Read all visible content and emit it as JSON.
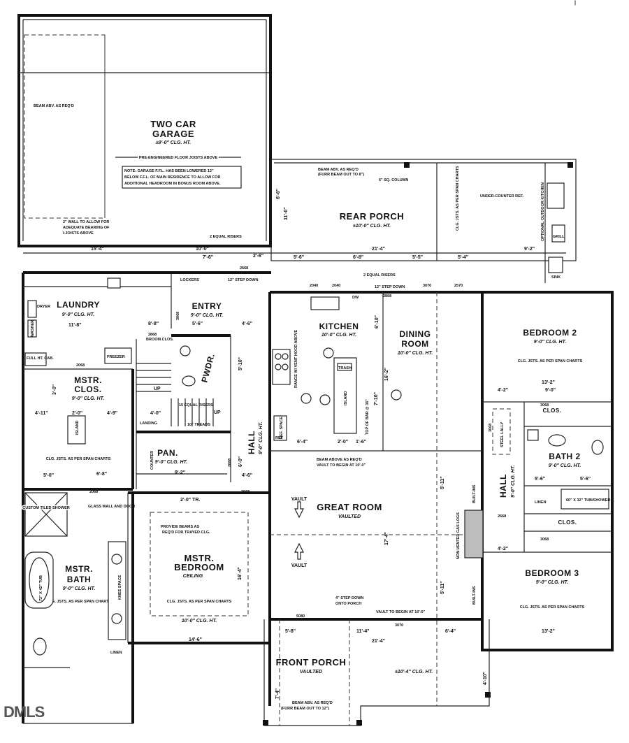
{
  "page_marker": "|",
  "watermark": "DMLS",
  "rooms": {
    "garage": {
      "name1": "TWO CAR",
      "name2": "GARAGE",
      "ceiling": "±9'-0\" CLG. HT."
    },
    "rear_porch": {
      "name": "REAR PORCH",
      "ceiling": "±10'-0\" CLG. HT."
    },
    "laundry": {
      "name": "LAUNDRY",
      "ceiling": "9'-0\" CLG. HT."
    },
    "entry": {
      "name": "ENTRY",
      "ceiling": "9'-0\" CLG. HT."
    },
    "kitchen": {
      "name": "KITCHEN",
      "ceiling": "10'-0\" CLG. HT."
    },
    "dining": {
      "name1": "DINING",
      "name2": "ROOM",
      "ceiling": "10'-0\" CLG. HT."
    },
    "bedroom2": {
      "name": "BEDROOM 2",
      "ceiling": "9'-0\" CLG. HT."
    },
    "mstr_clos": {
      "name1": "MSTR.",
      "name2": "CLOS.",
      "ceiling": "9'-0\" CLG. HT."
    },
    "pwdr": {
      "name": "PWDR."
    },
    "pan": {
      "name": "PAN.",
      "ceiling": "9'-0\" CLG. HT."
    },
    "hall_center": {
      "name": "HALL",
      "ceiling": "9'-0\" CLG. HT."
    },
    "hall_right": {
      "name": "HALL",
      "ceiling": "9'-0\" CLG. HT."
    },
    "bath2": {
      "name": "BATH 2",
      "ceiling": "9'-0\" CLG. HT."
    },
    "great_room": {
      "name": "GREAT ROOM",
      "ceiling": "VAULTED"
    },
    "mstr_bedroom": {
      "name1": "MSTR.",
      "name2": "BEDROOM",
      "ceiling": "CEILING"
    },
    "mstr_bath": {
      "name1": "MSTR.",
      "name2": "BATH",
      "ceiling": "9'-0\" CLG. HT."
    },
    "bedroom3": {
      "name": "BEDROOM 3",
      "ceiling": "9'-0\" CLG. HT."
    },
    "front_porch": {
      "name": "FRONT PORCH",
      "ceiling": "VAULTED"
    }
  },
  "labels": {
    "clos_upper": "CLOS.",
    "clos_lower": "CLOS.",
    "linen_right": "LINEN",
    "linen_left": "LINEN",
    "lockers": "LOCKERS",
    "landing": "LANDING",
    "up1": "UP",
    "up2": "UP",
    "trash": "TRASH",
    "island_kitchen": "ISLAND",
    "island_closet": "ISLAND",
    "freezer": "FREEZER",
    "dryer": "DRYER",
    "washer": "WASHER",
    "full_ht_cab": "FULL HT. CAB.",
    "grill": "GRILL",
    "sink": "SINK",
    "counter": "COUNTER",
    "ref_space": "REF. SPACE",
    "knee_space": "KNEE SPACE",
    "built_ins_top": "BUILT-INS",
    "built_ins_bottom": "BUILT-INS",
    "vault_top": "VAULT",
    "vault_bottom": "VAULT",
    "broom_clos": "BROOM CLOS.",
    "custom_shower": "CUSTOM TILED SHOWER",
    "tub": "72\" X 42\" TUB",
    "tub_shower": "60\" X 32\" TUB/SHOWER",
    "top_of_bar": "TOP OF BAR @ 36\"",
    "under_counter_ref": "UNDER-COUNTER REF.",
    "outdoor_kitchen": "OPTIONAL OUTDOOR KITCHEN",
    "steel_lally": "STEEL LALLY",
    "column": "6\" SQ. COLUMN",
    "range": "RANGE W/ VENT HOOD ABOVE",
    "fireplace": "NON-VENTED GAS LOGS"
  },
  "notes": {
    "beam_garage": "BEAM ABV. AS REQ'D",
    "pre_eng": "PRE-ENGINEERED FLOOR JOISTS ABOVE",
    "garage_note1": "NOTE: GARAGE F.F.L. HAS BEEN LOWERED 12\"",
    "garage_note2": "BELOW F.F.L. OF MAIN RESIDENCE TO ALLOW FOR",
    "garage_note3": "ADDITIONAL HEADROOM IN BONUS ROOM ABOVE.",
    "wall_allow1": "2\" WALL TO ALLOW FOR",
    "wall_allow2": "ADEQUATE BEARING OF",
    "wall_allow3": "I-JOISTS ABOVE",
    "beam_rear1": "BEAM ABV. AS REQ'D",
    "beam_rear2": "(FURR BEAM OUT TO 8\")",
    "clg_jsts": "CLG. JSTS. AS PER SPAN CHARTS",
    "equal_risers_1": "2 EQUAL RISERS",
    "equal_risers_2": "2 EQUAL RISERS",
    "step_down_1": "12\" STEP DOWN",
    "step_down_2": "12\" STEP DOWN",
    "fifteen_risers": "15 EQUAL RISERS",
    "treads": "10\" TREADS",
    "glass_wall": "GLASS WALL AND DOOR",
    "provide_beams1": "PROVIDE BEAMS AS",
    "provide_beams2": "REQ'D FOR TRAYED CLG.",
    "beam_above1": "BEAM ABOVE AS REQ'D",
    "beam_above2": "VAULT TO BEGIN AT 10'-0\"",
    "vault_begin": "VAULT TO BEGIN AT 10'-0\"",
    "step_porch1": "4\" STEP DOWN",
    "step_porch2": "ONTO PORCH",
    "beam_front1": "BEAM ABV. AS REQ'D",
    "beam_front2": "(FURR BEAM OUT TO 12\")",
    "front_ceiling": "±10'-4\" CLG. HT.",
    "mb_ceiling": "10'-0\" CLG. HT.",
    "tray": "2'-0\" TR."
  },
  "dims": {
    "d_15_4": "15'-4\"",
    "d_10_0": "10'-0\"",
    "d_2_6": "2'-6\"",
    "d_21_4_top": "21'-4\"",
    "d_9_2_top": "9'-2\"",
    "d_7_6": "7'-6\"",
    "d_5_6": "5'-6\"",
    "d_6_8": "6'-8\"",
    "d_5_5": "5'-5\"",
    "d_5_4": "5'-4\"",
    "d_11_8": "11'-8\"",
    "d_8_8": "8'-8\"",
    "d_4_6a": "4'-6\"",
    "d_13_2a": "13'-2\"",
    "d_4_2a": "4'-2\"",
    "d_9_0": "9'-0\"",
    "d_4_11": "4'-11\"",
    "d_2_0a": "2'-0\"",
    "d_4_9": "4'-9\"",
    "d_4_0": "4'-0\"",
    "d_6_4": "6'-4\"",
    "d_2_0b": "2'-0\"",
    "d_1_6": "1'-6\"",
    "d_9_2b": "9'-2\"",
    "d_5_0": "5'-0\"",
    "d_6_8b": "6'-8\"",
    "d_4_6b": "4'-6\"",
    "d_5_6b": "5'-6\"",
    "d_5_6c": "5'-6\"",
    "d_4_2b": "4'-2\"",
    "d_14_6": "14'-6\"",
    "d_5_8": "5'-8\"",
    "d_11_4": "11'-4\"",
    "d_21_4b": "21'-4\"",
    "d_6_4b": "6'-4\"",
    "d_13_2b": "13'-2\"",
    "d_17_4": "17'-4\"",
    "d_16_4": "16'-4\"",
    "d_16_2": "16'-2\"",
    "d_7_10": "7'-10\"",
    "d_6_10": "6'-10\"",
    "d_11_0": "11'-0\"",
    "d_6_6": "6'-6\"",
    "d_5_10": "5'-10\"",
    "d_5_11a": "5'-11\"",
    "d_5_11b": "5'-11\"",
    "d_7_4": "7'-4\"",
    "d_4_10": "4'-10\"",
    "d_3_0": "3'-0\"",
    "d_6_0": "6'-0\""
  },
  "doors": {
    "d2040a": "2040",
    "d2040b": "2040",
    "d3070a": "3070",
    "d2570": "2570",
    "d2668a": "2668",
    "d2868a": "2868",
    "d2868b": "2868",
    "d2668b": "2668",
    "d2068a": "2068",
    "d2068b": "2068",
    "d2668c": "2668",
    "d3068a": "3068",
    "d3068b": "3068",
    "d3070b": "3070",
    "d5080": "5080",
    "d3068c": "3068",
    "d3068d": "3068",
    "d2668d": "2668"
  },
  "appliances": {
    "ref": "REF",
    "dw": "DW"
  }
}
